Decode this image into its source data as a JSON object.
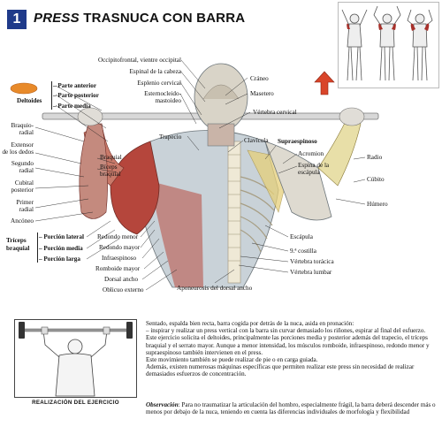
{
  "header": {
    "number": "1",
    "title_italic": "PRESS",
    "title_rest": "TRASNUCA CON BARRA"
  },
  "labels": {
    "occipitofrontal": "Occipitofrontal, vientre occipital",
    "espinal_cabeza": "Espinal de la cabeza",
    "esplenio": "Esplenio cervical",
    "esternocleido": "Esternocleido-",
    "mastoideo": "mastoideo",
    "craneo": "Cráneo",
    "masetero": "Masetero",
    "vertebra_cervical": "Vértebra cervical",
    "trapecio": "Trapecio",
    "clavicula": "Clavícula",
    "supraespinoso": "Supraespinoso",
    "acromion": "Acromion",
    "espina_1": "Espina de la",
    "espina_2": "escápula",
    "radio": "Radio",
    "cubito": "Cúbito",
    "humero": "Húmero",
    "escapula": "Escápula",
    "costilla": "9.ª costilla",
    "vertebra_toracica": "Vértebra torácica",
    "vertebra_lumbar": "Vértebra lumbar",
    "aponeurosis": "Aponeurosis del dorsal ancho",
    "deltoides": "Deltoides",
    "parte_anterior": "– Parte anterior",
    "parte_posterior": "– Parte posterior",
    "parte_media": "– Parte media",
    "braquio_1": "Braquio-",
    "braquio_2": "radial",
    "extensor_1": "Extensor",
    "extensor_2": "de los dedos",
    "segundo_1": "Segundo",
    "segundo_2": "radial",
    "cubital_1": "Cubital",
    "cubital_2": "posterior",
    "primer_1": "Primer",
    "primer_2": "radial",
    "ancoeneo": "Ancóneo",
    "braquial": "Braquial",
    "biceps_1": "Bíceps",
    "biceps_2": "braquial",
    "triceps_1": "Tríceps",
    "triceps_2": "braquial",
    "porcion_lateral": "– Porción lateral",
    "porcion_media": "– Porción media",
    "porcion_larga": "– Porción larga",
    "redondo_menor": "Redondo menor",
    "redondo_mayor": "Redondo mayor",
    "infraespinoso": "Infraespinoso",
    "romboide": "Romboide mayor",
    "dorsal_ancho": "Dorsal ancho",
    "oblicuo": "Oblicuo externo"
  },
  "execution_caption": "REALIZACIÓN DEL EJERCICIO",
  "description": [
    "Sentado, espalda bien recta, barra cogida por detrás de la nuca, asida en pronación:",
    "– inspirar y realizar un press vertical con la barra sin curvar demasiado los riñones, espirar al final del esfuerzo.",
    "Este ejercicio solicita el deltoides, principalmente las porciones media y posterior además del trapecio, el tríceps braquial y el serrato mayor. Aunque a menor intensidad, los músculos romboide, infraespinoso, redondo menor y supraespinoso también intervienen en el press.",
    "Este movimiento también se puede realizar de pie o en carga guiada.",
    "Además, existen numerosas máquinas específicas que permiten realizar este press sin necesidad de realizar demasiados esfuerzos de concentración."
  ],
  "observation_label": "Observación",
  "observation_text": ": Para no traumatizar la articulación del hombro, especialmente frágil, la barra deberá descender más o menos por debajo de la nuca, teniendo en cuenta las diferencias individuales de morfología y flexibilidad",
  "colors": {
    "badge": "#1f3a8a",
    "muscle_red": "#a8302a",
    "bone": "#e8e4d6",
    "highlight_yellow": "#e6d07a",
    "arrow_red": "#d9452a",
    "deltoid_marker": "#e88a2a"
  }
}
